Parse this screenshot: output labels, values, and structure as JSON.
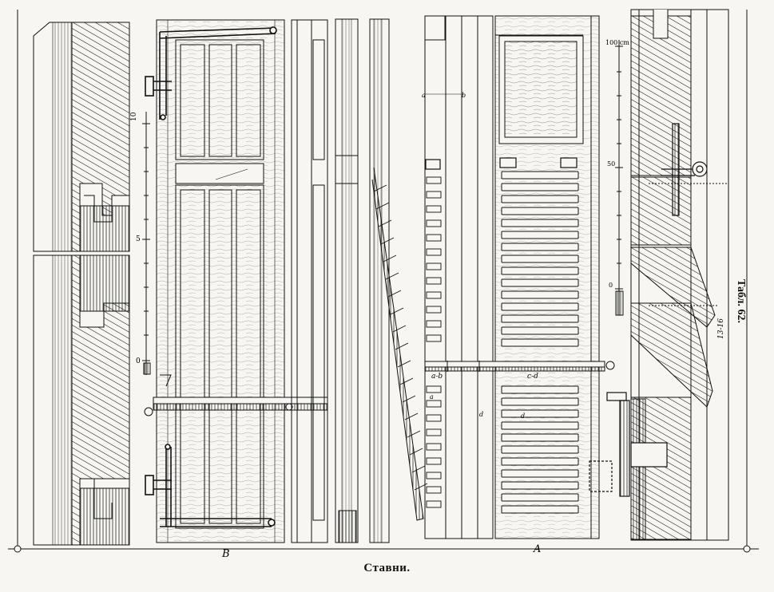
{
  "plate": {
    "caption": "Ставни.",
    "plate_number": "Табл. 62.",
    "colors": {
      "paper": "#f7f6f2",
      "ink": "#111111"
    }
  },
  "labels": {
    "shutter_b": "B",
    "shutter_a": "A",
    "section_ab": "a-b",
    "section_cd": "c-d",
    "mark_a_top": "a",
    "mark_b_top": "b",
    "mark_a_left": "a",
    "mark_d_left": "d",
    "mark_d_slat": "d",
    "dim_note": "13-16"
  },
  "scale_left": {
    "ticks": [
      "10",
      "5",
      "0"
    ]
  },
  "scale_right": {
    "ticks": [
      "100 cm",
      "50",
      "0"
    ]
  }
}
